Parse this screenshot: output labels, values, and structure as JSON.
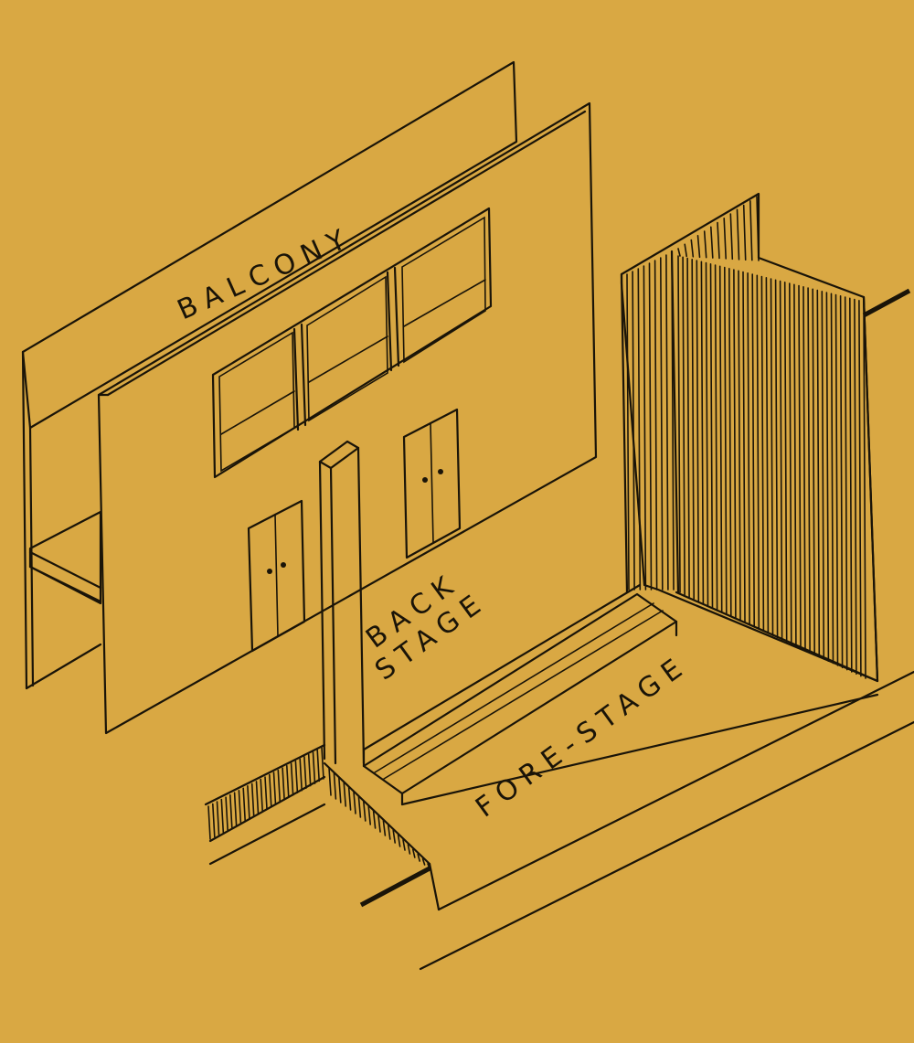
{
  "labels": {
    "balcony": "BALCONY",
    "back": "BACK",
    "stage": "STAGE",
    "fore_stage": "FORE-STAGE"
  },
  "colors": {
    "background": "#d9a843",
    "ink": "#1a1408"
  }
}
